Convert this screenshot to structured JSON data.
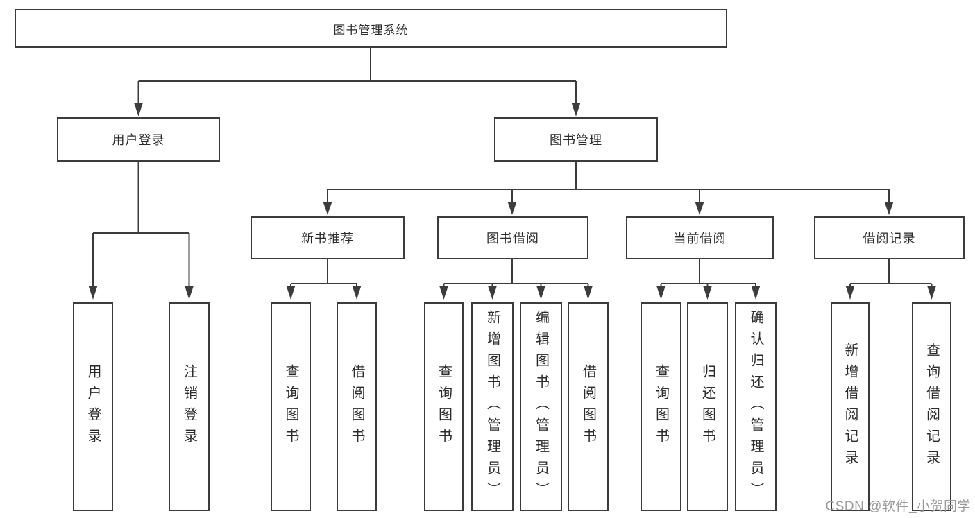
{
  "diagram": {
    "root": {
      "label": "图书管理系统",
      "children": [
        {
          "label": "用户登录",
          "children": [
            {
              "label": "用户登录"
            },
            {
              "label": "注销登录"
            }
          ]
        },
        {
          "label": "图书管理",
          "children": [
            {
              "label": "新书推荐",
              "children": [
                {
                  "label": "查询图书"
                },
                {
                  "label": "借阅图书"
                }
              ]
            },
            {
              "label": "图书借阅",
              "children": [
                {
                  "label": "查询图书"
                },
                {
                  "label": "新增图书（管理员）"
                },
                {
                  "label": "编辑图书（管理员）"
                },
                {
                  "label": "借阅图书"
                }
              ]
            },
            {
              "label": "当前借阅",
              "children": [
                {
                  "label": "查询图书"
                },
                {
                  "label": "归还图书"
                },
                {
                  "label": "确认归还（管理员）"
                }
              ]
            },
            {
              "label": "借阅记录",
              "children": [
                {
                  "label": "新增借阅记录"
                },
                {
                  "label": "查询借阅记录"
                }
              ]
            }
          ]
        }
      ]
    }
  },
  "watermark": {
    "text": "CSDN @软件_小贺同学"
  },
  "colors": {
    "line": "#3c3c3c",
    "text": "#2b2b2b",
    "watermark": "#9a9a9a",
    "background": "#ffffff"
  }
}
